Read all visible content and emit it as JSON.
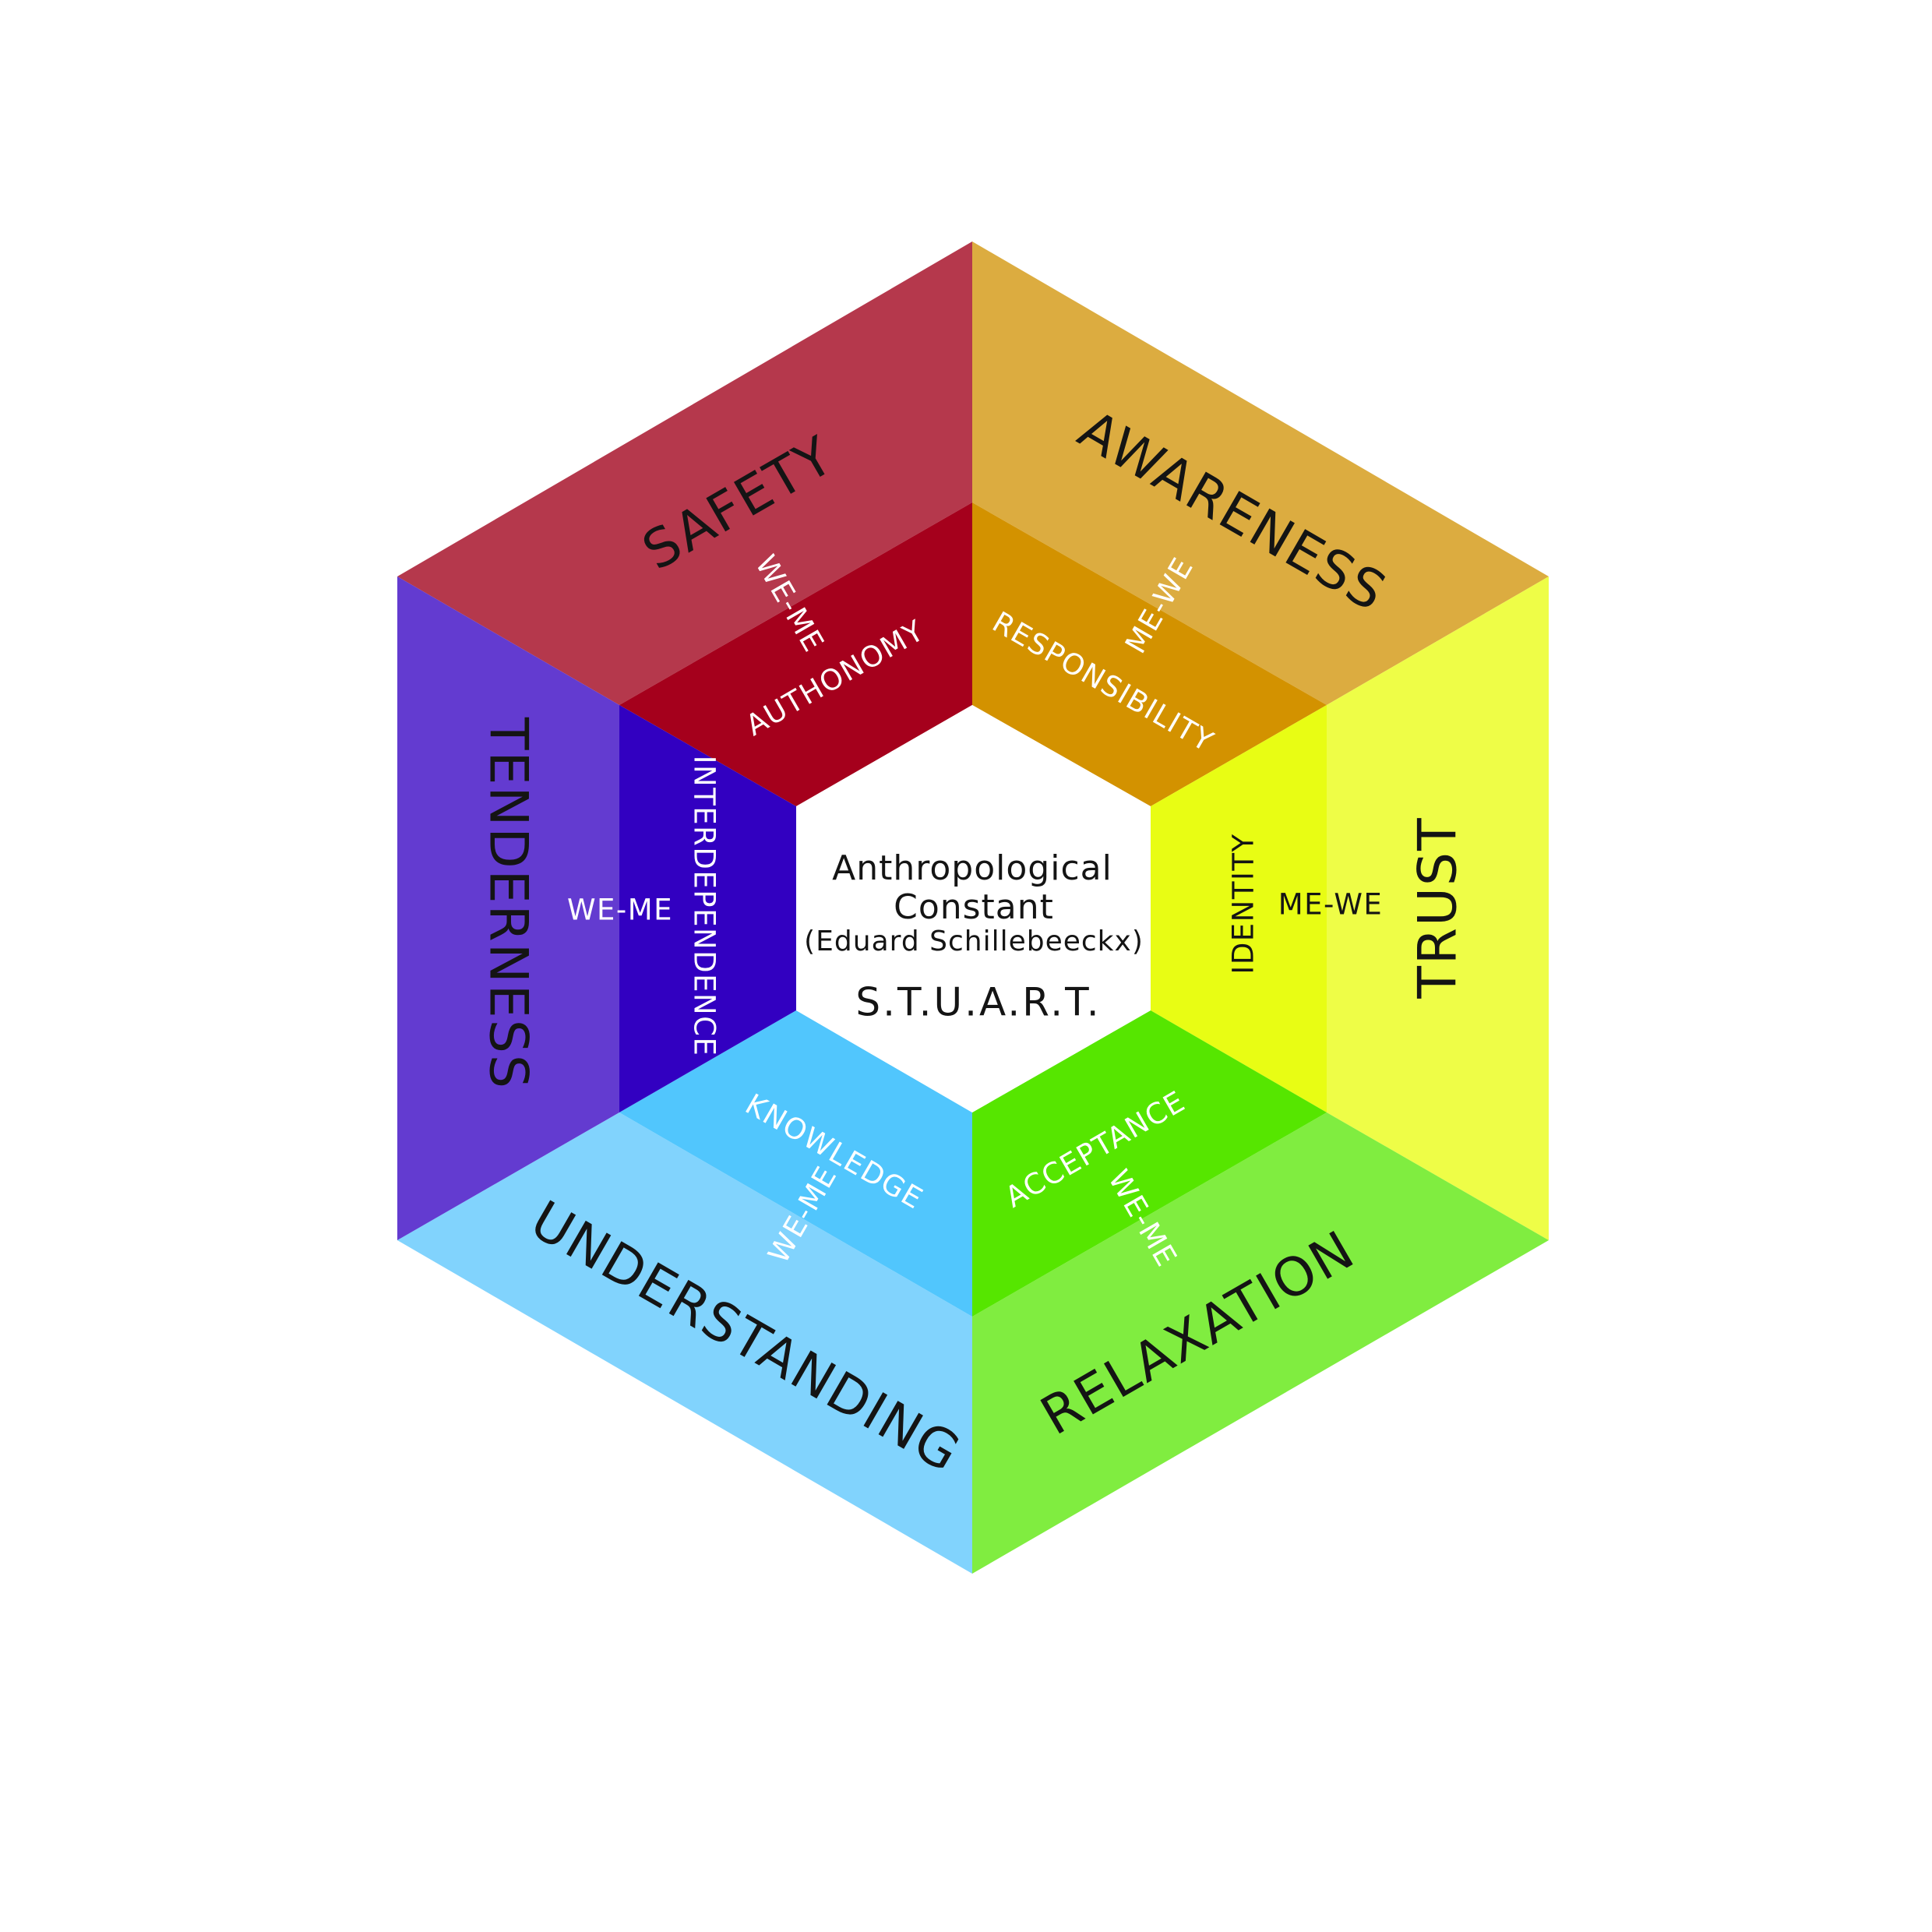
{
  "center": {
    "line1": "Anthropological",
    "line2": "Constant",
    "line3": "(Eduard Schillebeeckx)",
    "title": "S.T.U.A.R.T."
  },
  "segments": [
    {
      "key": "safety",
      "outer_label": "SAFETY",
      "inner_label": "AUTHONOMY",
      "relation": "WE-ME",
      "outer_color": "#b5384c",
      "inner_color": "#a5001c"
    },
    {
      "key": "awareness",
      "outer_label": "AWARENESS",
      "inner_label": "RESPONSIBILITY",
      "relation": "ME-WE",
      "outer_color": "#dcac40",
      "inner_color": "#d39200"
    },
    {
      "key": "trust",
      "outer_label": "TRUST",
      "inner_label": "IDENTITY",
      "relation": "ME-WE",
      "outer_color": "#eefd47",
      "inner_color": "#e8fd14"
    },
    {
      "key": "relaxation",
      "outer_label": "RELAXATION",
      "inner_label": "ACCEPTANCE",
      "relation": "WE-ME",
      "outer_color": "#80ed40",
      "inner_color": "#56e600"
    },
    {
      "key": "understanding",
      "outer_label": "UNDERSTANDING",
      "inner_label": "KNOWLEDGE",
      "relation": "WE-ME",
      "outer_color": "#81d3fd",
      "inner_color": "#51c6fd"
    },
    {
      "key": "tenderness",
      "outer_label": "TENDERNESS",
      "inner_label": "INTERDEPENDENCE",
      "relation": "WE-ME",
      "outer_color": "#633bd0",
      "inner_color": "#3200c1"
    }
  ]
}
